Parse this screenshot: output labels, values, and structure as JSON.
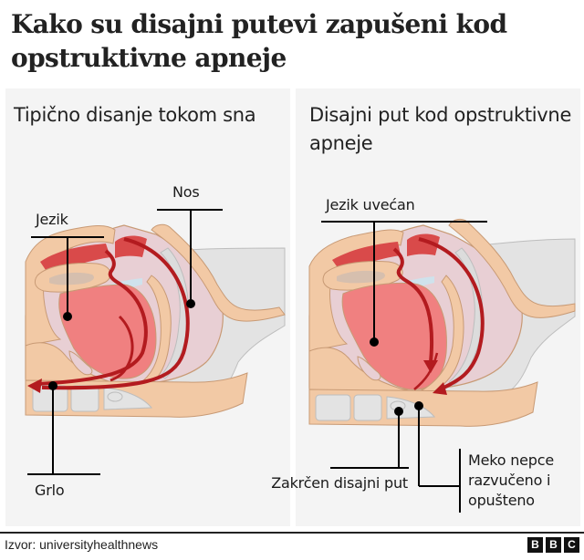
{
  "title": "Kako su disajni putevi zapušeni kod opstruktivne apneje",
  "panels": [
    {
      "heading": "Tipično disanje tokom sna",
      "labels": {
        "nose": "Nos",
        "tongue": "Jezik",
        "throat": "Grlo"
      }
    },
    {
      "heading": "Disajni put kod opstruktivne apneje",
      "labels": {
        "tongue": "Jezik uvećan",
        "airway": "Zakrčen disajni put",
        "palate": "Meko nepce razvučeno i opušteno"
      }
    }
  ],
  "footer": {
    "source": "Izvor: universityhealthnews",
    "logo_letters": [
      "B",
      "B",
      "C"
    ]
  },
  "colors": {
    "panel_bg": "#f4f4f4",
    "skin": "#f2c9a5",
    "skin_outline": "#c89a75",
    "soft_tissue": "#e8cfd4",
    "tongue": "#f08080",
    "airflow": "#b31b1f",
    "bone": "#e3e3e3",
    "label_line": "#000000"
  }
}
